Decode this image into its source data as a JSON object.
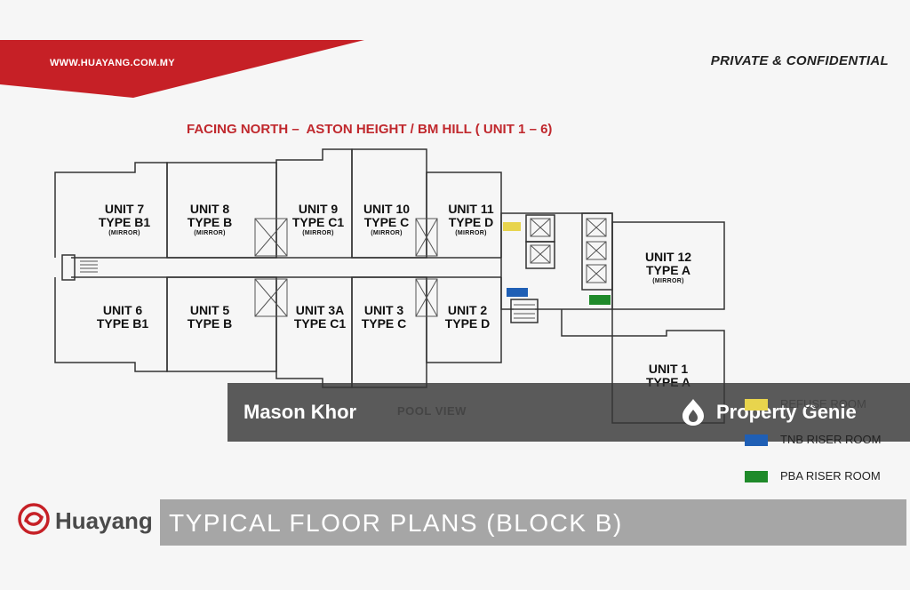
{
  "header": {
    "website": "WWW.HUAYANG.COM.MY",
    "confidential": "PRIVATE & CONFIDENTIAL",
    "facing_label": "FACING NORTH –  ASTON HEIGHT / BM HILL ( UNIT 1 – 6)"
  },
  "units": {
    "u7": {
      "name": "UNIT 7",
      "type": "TYPE B1",
      "note": "(MIRROR)"
    },
    "u8": {
      "name": "UNIT 8",
      "type": "TYPE B",
      "note": "(MIRROR)"
    },
    "u9": {
      "name": "UNIT 9",
      "type": "TYPE C1",
      "note": "(MIRROR)"
    },
    "u10": {
      "name": "UNIT 10",
      "type": "TYPE C",
      "note": "(MIRROR)"
    },
    "u11": {
      "name": "UNIT 11",
      "type": "TYPE D",
      "note": "(MIRROR)"
    },
    "u12": {
      "name": "UNIT 12",
      "type": "TYPE A",
      "note": "(MIRROR)"
    },
    "u6": {
      "name": "UNIT 6",
      "type": "TYPE B1"
    },
    "u5": {
      "name": "UNIT 5",
      "type": "TYPE B"
    },
    "u3a": {
      "name": "UNIT 3A",
      "type": "TYPE C1"
    },
    "u3": {
      "name": "UNIT 3",
      "type": "TYPE C"
    },
    "u2": {
      "name": "UNIT 2",
      "type": "TYPE D"
    },
    "u1": {
      "name": "UNIT 1",
      "type": "TYPE A"
    }
  },
  "pool_label": "POOL VIEW",
  "watermark": {
    "agent": "Mason Khor",
    "brand": "Property Genie"
  },
  "legend": [
    {
      "label": "REFUSE ROOM",
      "color": "#e8d44d"
    },
    {
      "label": "TNB RISER ROOM",
      "color": "#1f5fb5"
    },
    {
      "label": "PBA RISER ROOM",
      "color": "#1f8a2a"
    }
  ],
  "footer": {
    "brand": "Huayang",
    "title": "TYPICAL FLOOR PLANS (BLOCK B)"
  },
  "colors": {
    "brand_red": "#c62026",
    "title_bar": "#a6a6a6"
  }
}
